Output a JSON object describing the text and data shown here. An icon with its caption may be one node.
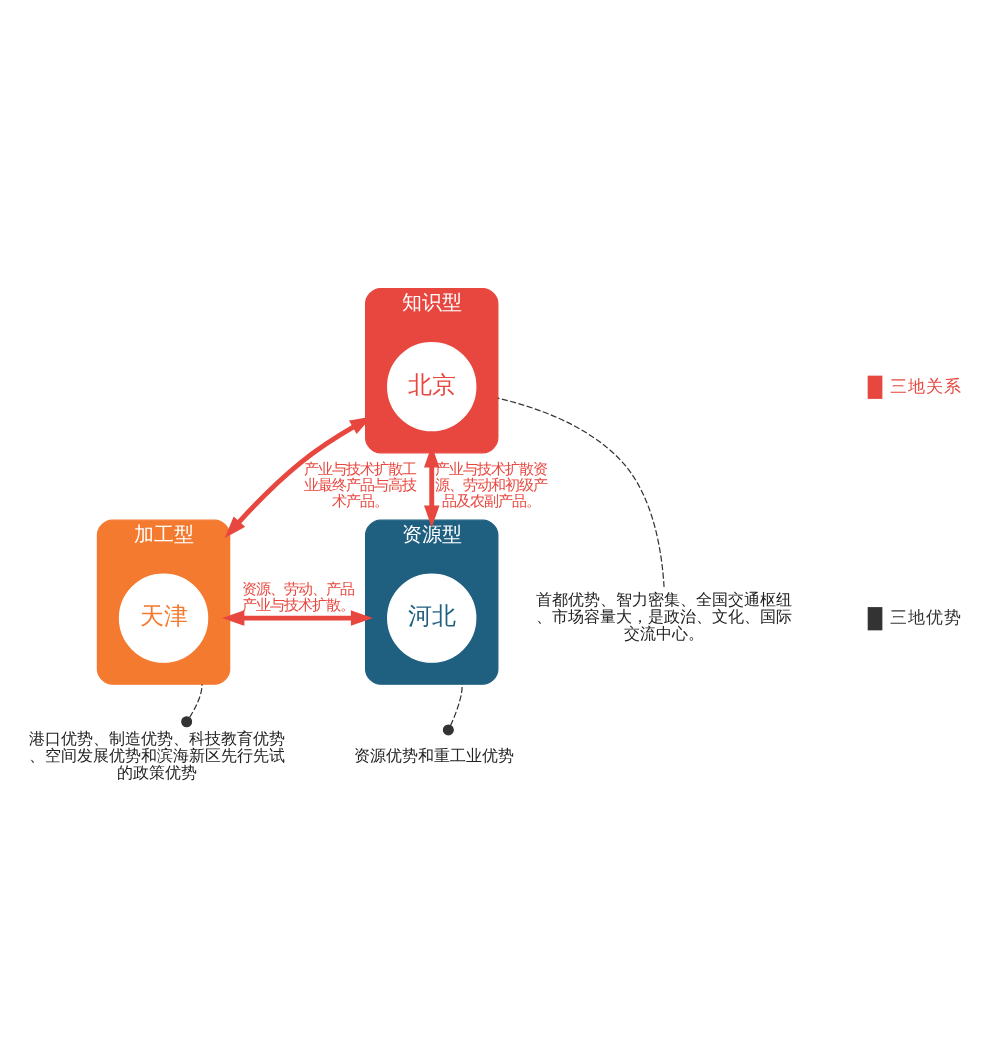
{
  "diagram": {
    "nodes": [
      {
        "text": [
          "知识型"
        ]
      },
      {
        "text": [
          "北京"
        ],
        "in": 0
      },
      {
        "text": [
          "加工型"
        ]
      },
      {
        "text": [
          "天津"
        ],
        "in": 2
      },
      {
        "text": [
          "资源型"
        ]
      },
      {
        "text": [
          "河北"
        ],
        "in": 4
      },
      {
        "text": [
          "首都优势、智力密集、全国交通枢纽、市场容量大，是政治、文化、国际交流中心。"
        ]
      },
      {
        "text": [
          "港口优势、制造优势、科技教育优势、空间发展优势和滨海新区先行先试的政策优势"
        ]
      },
      {
        "text": [
          "资源优势和重工业优势"
        ]
      }
    ],
    "edges": [
      {
        "from": 6,
        "to": 0,
        "arrow": "none",
        "style": "dashed"
      },
      {
        "from": 0,
        "to": 2,
        "arrow": "both",
        "label": "产业与技术扩散工业最终产品与高技术产品。",
        "style": "thick",
        "color": "#e8473f"
      },
      {
        "from": 0,
        "to": 4,
        "arrow": "both",
        "label": "产业与技术扩散资源、劳动和初级产品及农副产品。",
        "style": "thick",
        "color": "#e8473f"
      },
      {
        "from": 2,
        "to": 4,
        "arrow": "both",
        "label": "资源、劳动、产品产业与技术扩散。",
        "style": "thick",
        "color": "#e8473f"
      },
      {
        "from": 7,
        "to": 2,
        "arrow": "other",
        "style": "dashed"
      },
      {
        "from": 8,
        "to": 4,
        "arrow": "other",
        "style": "dashed"
      }
    ],
    "legend": [
      {
        "text": "三地关系",
        "color": "#e8473f"
      },
      {
        "text": "三地优势",
        "color": "#333333"
      }
    ]
  }
}
